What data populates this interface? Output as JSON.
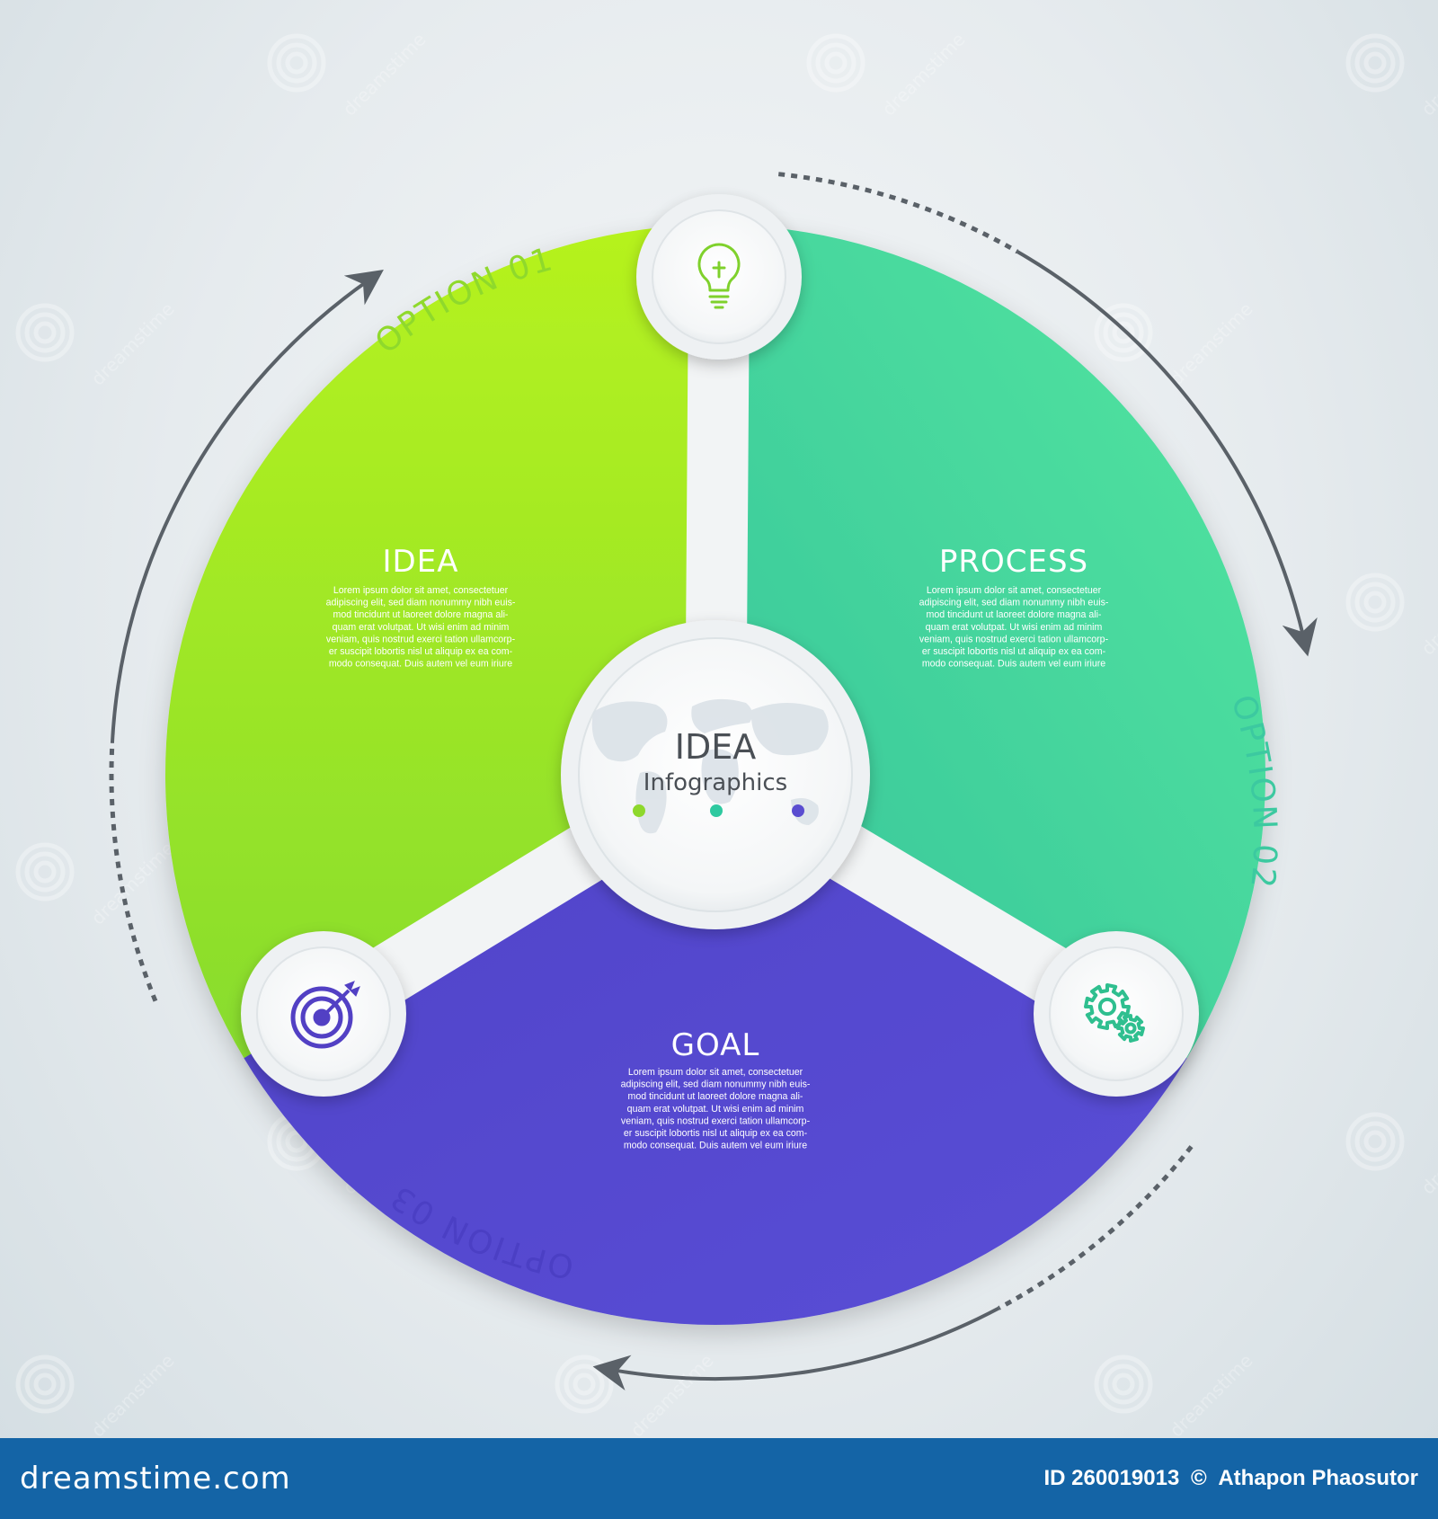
{
  "center": {
    "title": "IDEA",
    "subtitle": "Infographics",
    "dot_colors": [
      "#8ed82c",
      "#2ec9a0",
      "#5a4dd0"
    ]
  },
  "segments": [
    {
      "id": "idea",
      "title": "IDEA",
      "color_top": "#b6f21e",
      "color_bottom": "#88dc2e",
      "icon": "lightbulb-icon",
      "icon_color": "#7fd12c",
      "text_lines": [
        "Lorem ipsum dolor sit amet, consectetuer",
        "adipiscing elit, sed diam nonummy nibh euis-",
        "mod tincidunt ut laoreet dolore magna ali-",
        "quam erat volutpat. Ut wisi enim ad minim",
        "veniam, quis nostrud exerci tation ullamcorp-",
        "er suscipit lobortis nisl ut aliquip ex ea com-",
        "modo consequat. Duis autem vel eum iriure"
      ]
    },
    {
      "id": "process",
      "title": "PROCESS",
      "color_top": "#54e6a0",
      "color_bottom": "#36c49a",
      "icon": "gear-icon",
      "icon_color": "#2fbf8f",
      "text_lines": [
        "Lorem ipsum dolor sit amet, consectetuer",
        "adipiscing elit, sed diam nonummy nibh euis-",
        "mod tincidunt ut laoreet dolore magna ali-",
        "quam erat volutpat. Ut wisi enim ad minim",
        "veniam, quis nostrud exerci tation ullamcorp-",
        "er suscipit lobortis nisl ut aliquip ex ea com-",
        "modo consequat. Duis autem vel eum iriure"
      ]
    },
    {
      "id": "goal",
      "title": "GOAL",
      "color_top": "#4f42c8",
      "color_bottom": "#5a4fd6",
      "icon": "target-icon",
      "icon_color": "#5240c4",
      "text_lines": [
        "Lorem ipsum dolor sit amet, consectetuer",
        "adipiscing elit, sed diam nonummy nibh euis-",
        "mod tincidunt ut laoreet dolore magna ali-",
        "quam erat volutpat. Ut wisi enim ad minim",
        "veniam, quis nostrud exerci tation ullamcorp-",
        "er suscipit lobortis nisl ut aliquip ex ea com-",
        "modo consequat. Duis autem vel eum iriure"
      ]
    }
  ],
  "options": [
    {
      "label": "OPTION 01",
      "color": "#8fd92c"
    },
    {
      "label": "OPTION 02",
      "color": "#3cc9a0"
    },
    {
      "label": "OPTION 03",
      "color": "#4b3fc4"
    }
  ],
  "watermark": {
    "text": "dreamstime"
  },
  "footer": {
    "brand": "dreamstime.com",
    "id_label": "ID 260019013",
    "copyright_symbol": "©",
    "author": "Athapon Phaosutor"
  }
}
